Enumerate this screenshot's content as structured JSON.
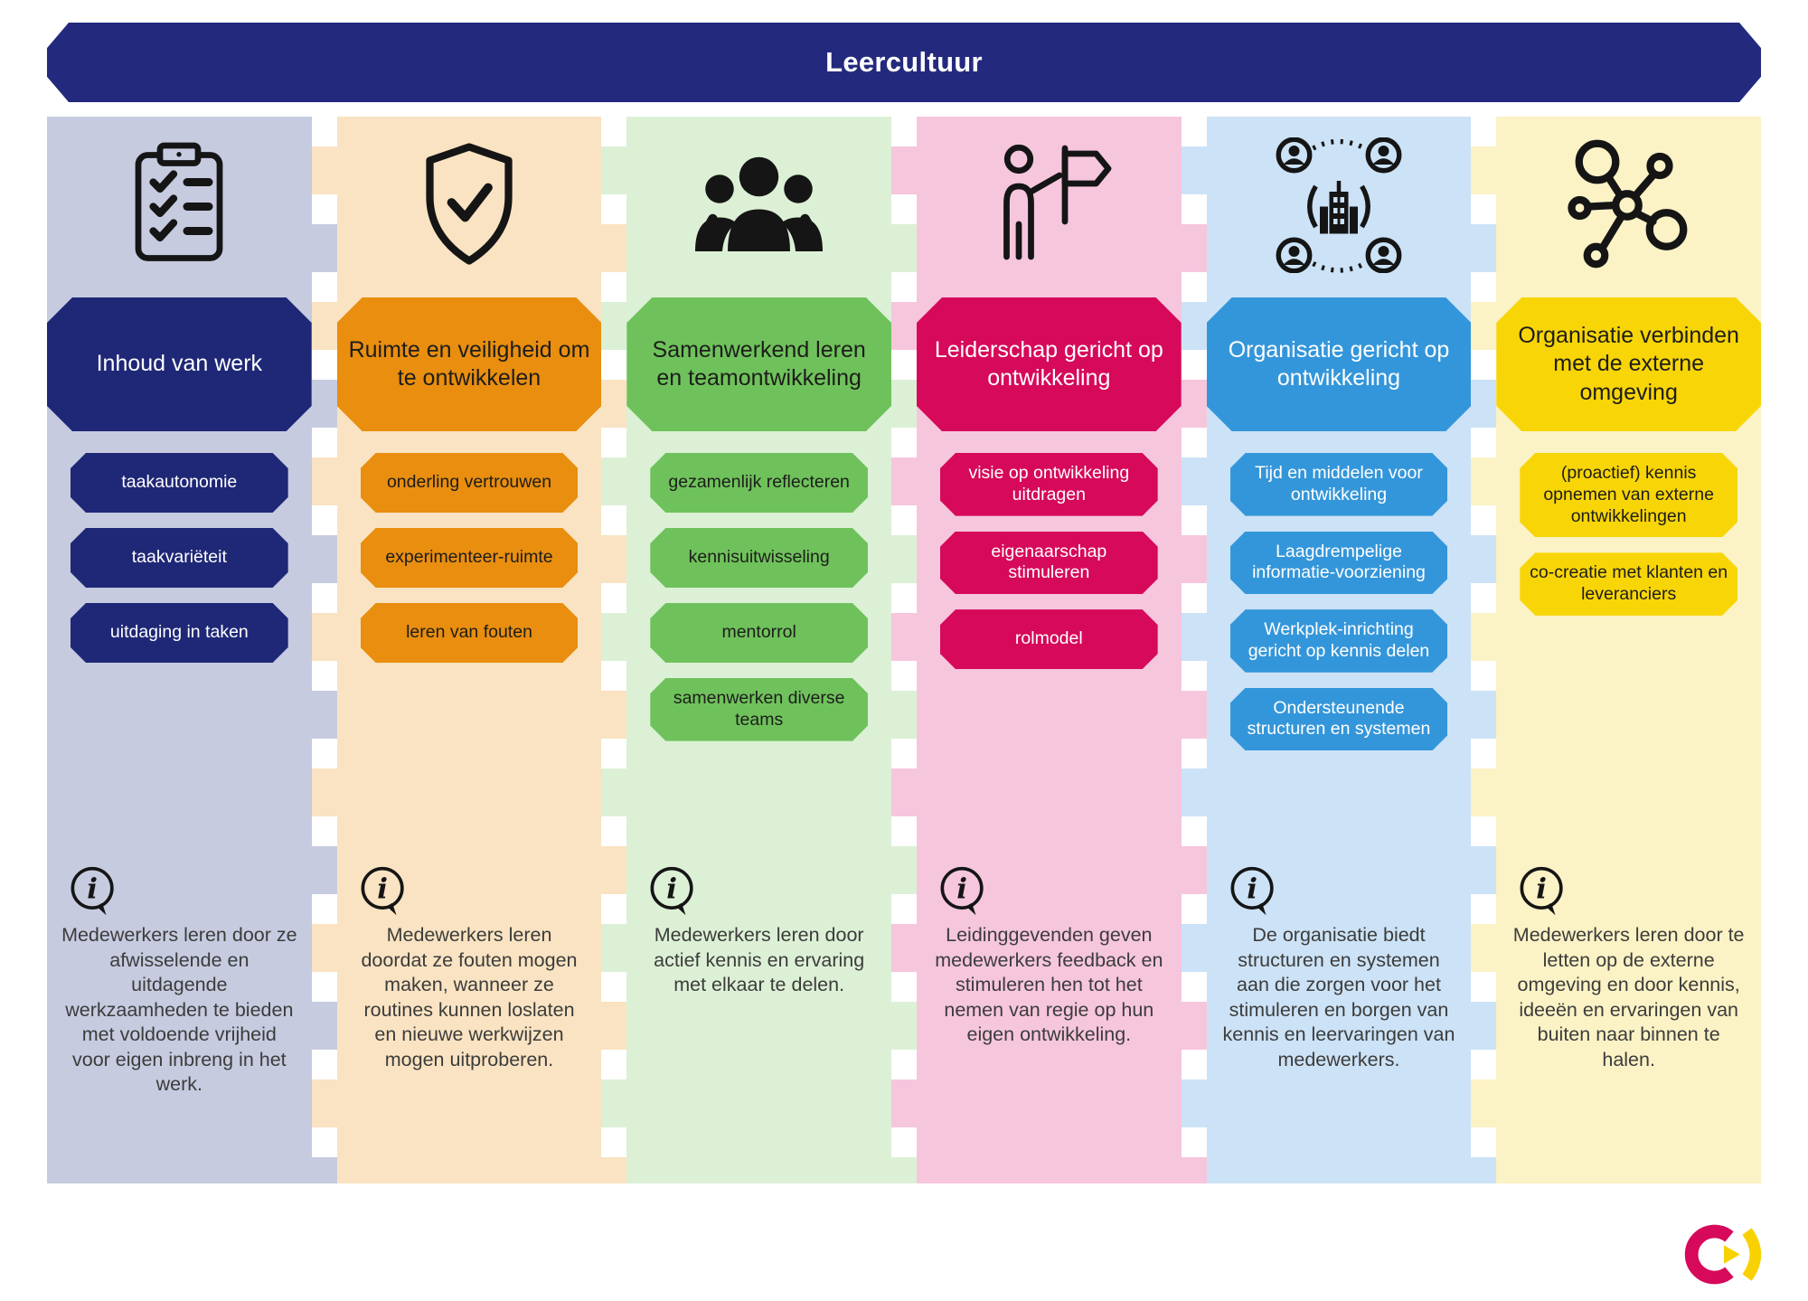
{
  "title": "Leercultuur",
  "banner_color": "#232A7E",
  "logo": {
    "name": "c-arc-logo",
    "magenta": "#D6095A",
    "yellow": "#F8D100"
  },
  "columns": [
    {
      "icon": "clipboard-checklist-icon",
      "bg": "#C6CBE0",
      "accent": "#1F2876",
      "title": "Inhoud van werk",
      "items": [
        "taakautonomie",
        "taakvariëteit",
        "uitdaging in taken"
      ],
      "description": "Medewerkers leren door ze afwisselende en uitdagende werkzaamheden te bieden met voldoende vrijheid voor eigen inbreng in het werk."
    },
    {
      "icon": "shield-check-icon",
      "bg": "#F9E3C2",
      "accent": "#E98E0F",
      "title": "Ruimte en veiligheid om te ontwikkelen",
      "items": [
        "onderling vertrouwen",
        "experimenteer-ruimte",
        "leren van fouten"
      ],
      "description": "Medewerkers leren doordat ze fouten mogen maken, wanneer ze routines kunnen loslaten en nieuwe werkwijzen mogen uitproberen."
    },
    {
      "icon": "team-icon",
      "bg": "#DCF0D6",
      "accent": "#6FC25B",
      "title": "Samenwerkend leren en teamontwikkeling",
      "items": [
        "gezamenlijk reflecteren",
        "kennisuitwisseling",
        "mentorrol",
        "samenwerken diverse teams"
      ],
      "description": "Medewerkers leren door actief kennis en ervaring met elkaar te delen."
    },
    {
      "icon": "leader-flag-icon",
      "bg": "#F6C6DD",
      "accent": "#D6095A",
      "title": "Leiderschap gericht op ontwikkeling",
      "items": [
        "visie op ontwikkeling uitdragen",
        "eigenaarschap stimuleren",
        "rolmodel"
      ],
      "description": "Leidinggevenden geven medewerkers feedback en stimuleren hen tot het nemen van regie op hun eigen ontwikkeling."
    },
    {
      "icon": "organization-icon",
      "bg": "#CCE2F6",
      "accent": "#3496DA",
      "title": "Organisatie gericht op ontwikkeling",
      "items": [
        "Tijd en middelen voor ontwikkeling",
        "Laagdrempelige informatie-voorziening",
        "Werkplek-inrichting gericht op kennis delen",
        "Ondersteunende structuren en systemen"
      ],
      "description": "De organisatie biedt structuren en systemen aan die zorgen voor het stimuleren en borgen van kennis en leervaringen van medewerkers."
    },
    {
      "icon": "network-icon",
      "bg": "#FBF2C5",
      "accent": "#F8D506",
      "title": "Organisatie verbinden met de externe omgeving",
      "items": [
        "(proactief) kennis opnemen van externe ontwikkelingen",
        "co-creatie met klanten en leveranciers"
      ],
      "description": "Medewerkers leren door te letten op de externe omgeving en door kennis, ideeën en ervaringen van buiten naar binnen te halen."
    }
  ]
}
